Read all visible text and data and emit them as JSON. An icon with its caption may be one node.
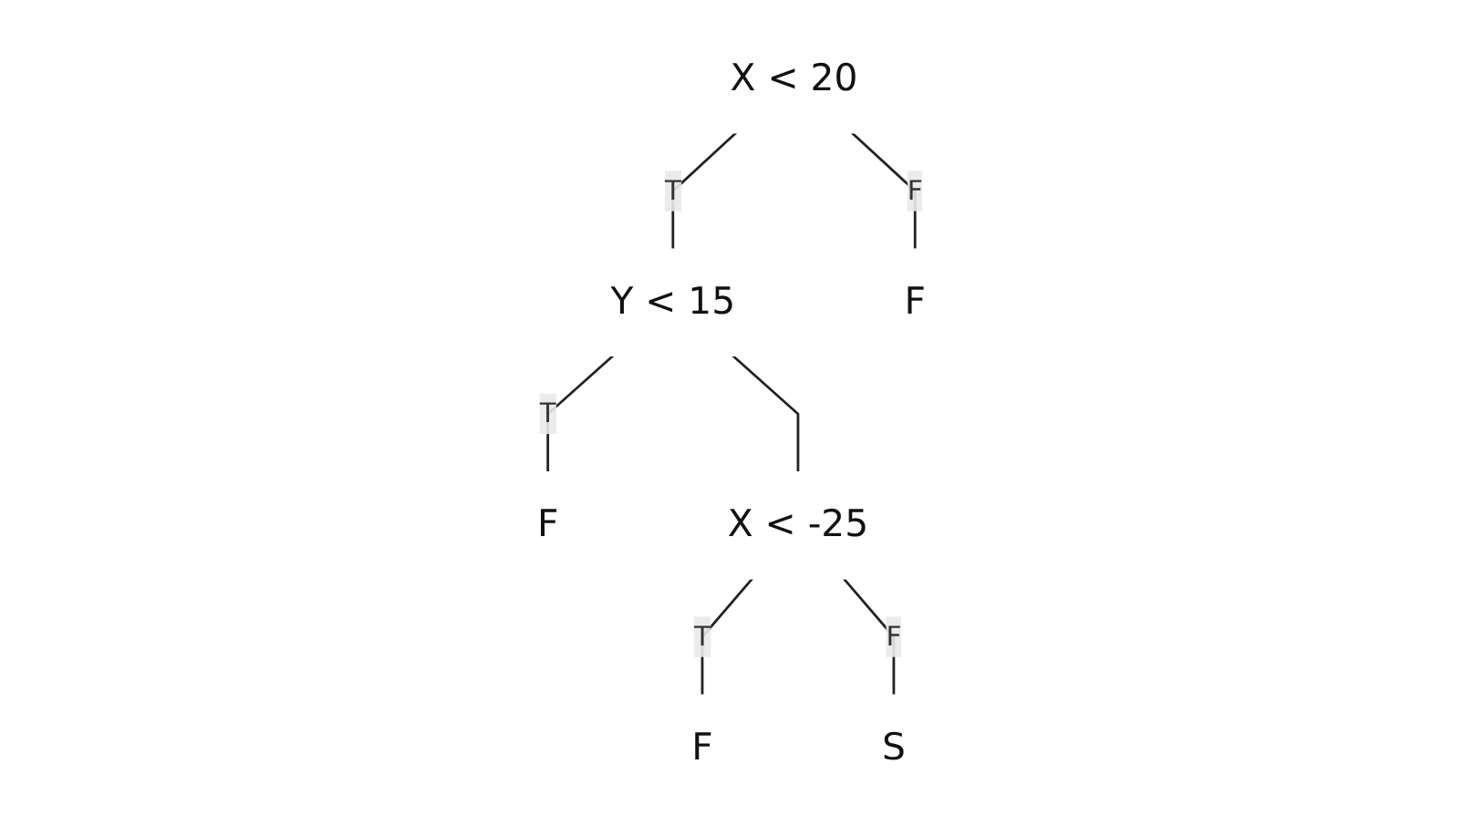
{
  "diagram": {
    "nodes": [
      {
        "text": [
          "X < 20"
        ]
      },
      {
        "text": [
          "Y < 15"
        ]
      },
      {
        "text": [
          "F"
        ]
      },
      {
        "text": [
          "F"
        ]
      },
      {
        "text": [
          "X < -25"
        ]
      },
      {
        "text": [
          "F"
        ]
      },
      {
        "text": [
          "S"
        ]
      }
    ],
    "edges": [
      {
        "from": 0,
        "to": 1,
        "arrow": "none",
        "label": "T"
      },
      {
        "from": 0,
        "to": 2,
        "arrow": "none",
        "label": "F"
      },
      {
        "from": 1,
        "to": 3,
        "arrow": "none",
        "label": "T"
      },
      {
        "from": 1,
        "to": 4,
        "arrow": "none"
      },
      {
        "from": 4,
        "to": 5,
        "arrow": "none",
        "label": "T"
      },
      {
        "from": 4,
        "to": 6,
        "arrow": "none",
        "label": "F"
      }
    ]
  }
}
